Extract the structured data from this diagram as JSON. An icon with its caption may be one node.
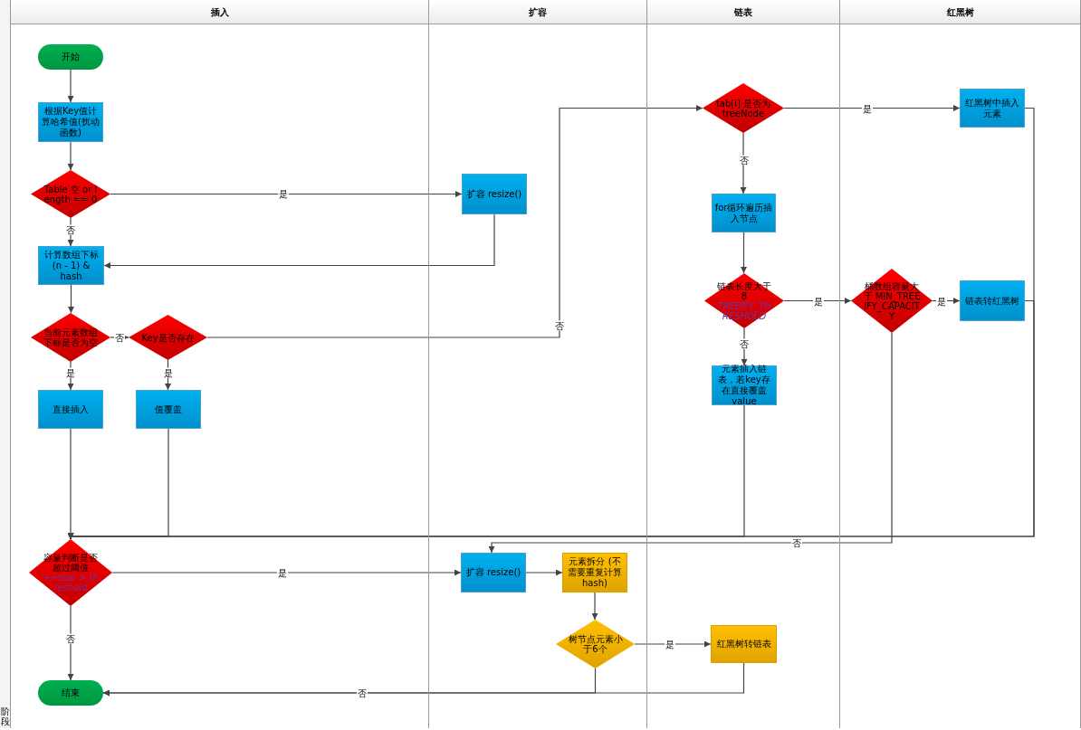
{
  "diagram": {
    "nodes": [
      {
        "text": [
          "插入"
        ]
      },
      {
        "text": [
          "扩容"
        ]
      },
      {
        "text": [
          "链表"
        ]
      },
      {
        "text": [
          "红黑树"
        ]
      },
      {
        "text": [
          "开始"
        ],
        "in": 0
      },
      {
        "text": [
          "根据Key值计算哈希值(扰动函数)"
        ],
        "in": 0
      },
      {
        "text": [
          "Table 空 or length == 0"
        ],
        "in": 0
      },
      {
        "text": [
          "扩容 resize()"
        ],
        "in": 1
      },
      {
        "text": [
          "计算数组下标 (n - 1) & hash"
        ],
        "in": 0
      },
      {
        "text": [
          "当前元素数组下标是否为空"
        ],
        "in": 0
      },
      {
        "text": [
          "Key是否存在"
        ],
        "in": 0
      },
      {
        "text": [
          "直接插入"
        ],
        "in": 0
      },
      {
        "text": [
          "值覆盖"
        ],
        "in": 0
      },
      {
        "text": [
          "tab[i] 是否为 treeNode"
        ],
        "in": 2
      },
      {
        "text": [
          "红黑树中插入元素"
        ],
        "in": 3
      },
      {
        "text": [
          "for循环遍历插入节点"
        ],
        "in": 2
      },
      {
        "text": [
          "链表长度大于8",
          "TREEIFY_THRESHOLD"
        ],
        "in": 2
      },
      {
        "text": [
          "桶数组容量大于 MIN_TREEIFY_CAPACITY"
        ],
        "in": 3
      },
      {
        "text": [
          "链表转红黑树"
        ],
        "in": 3
      },
      {
        "text": [
          "元素插入链表，若key存在直接覆盖value"
        ],
        "in": 2
      },
      {
        "text": [
          "容量判断是否超过阈值",
          "++size > threshold"
        ],
        "in": 0
      },
      {
        "text": [
          "扩容 resize()"
        ],
        "in": 1
      },
      {
        "text": [
          "元素拆分 (不需要重复计算hash)"
        ],
        "in": 1
      },
      {
        "text": [
          "树节点元素小于6个"
        ],
        "in": 1
      },
      {
        "text": [
          "红黑树转链表"
        ],
        "in": 2
      },
      {
        "text": [
          "结束"
        ],
        "in": 0
      }
    ],
    "edges": [
      {
        "from": 4,
        "to": 5,
        "arrow": "to"
      },
      {
        "from": 5,
        "to": 6,
        "arrow": "to"
      },
      {
        "from": 6,
        "to": 7,
        "arrow": "to",
        "label": "是"
      },
      {
        "from": 6,
        "to": 8,
        "arrow": "to",
        "label": "否"
      },
      {
        "from": 7,
        "to": 8,
        "arrow": "to"
      },
      {
        "from": 8,
        "to": 9,
        "arrow": "to"
      },
      {
        "from": 9,
        "to": 10,
        "arrow": "to",
        "label": "否"
      },
      {
        "from": 9,
        "to": 11,
        "arrow": "to",
        "label": "是"
      },
      {
        "from": 10,
        "to": 12,
        "arrow": "to",
        "label": "是"
      },
      {
        "from": 10,
        "to": 13,
        "arrow": "to",
        "label": "否"
      },
      {
        "from": 13,
        "to": 14,
        "arrow": "to",
        "label": "是"
      },
      {
        "from": 13,
        "to": 15,
        "arrow": "to",
        "label": "否"
      },
      {
        "from": 15,
        "to": 16,
        "arrow": "to"
      },
      {
        "from": 16,
        "to": 17,
        "arrow": "to",
        "label": "是"
      },
      {
        "from": 17,
        "to": 18,
        "arrow": "to",
        "label": "是"
      },
      {
        "from": 16,
        "to": 19,
        "arrow": "to",
        "label": "否"
      },
      {
        "from": 17,
        "to": 21,
        "arrow": "to",
        "label": "否"
      },
      {
        "from": 11,
        "to": 20,
        "arrow": "to"
      },
      {
        "from": 12,
        "to": 20,
        "arrow": "to"
      },
      {
        "from": 19,
        "to": 20,
        "arrow": "to"
      },
      {
        "from": 14,
        "to": 20,
        "arrow": "to"
      },
      {
        "from": 18,
        "to": 20,
        "arrow": "to"
      },
      {
        "from": 20,
        "to": 21,
        "arrow": "to",
        "label": "是"
      },
      {
        "from": 20,
        "to": 25,
        "arrow": "to",
        "label": "否"
      },
      {
        "from": 21,
        "to": 22,
        "arrow": "to"
      },
      {
        "from": 22,
        "to": 23,
        "arrow": "to"
      },
      {
        "from": 23,
        "to": 24,
        "arrow": "to",
        "label": "是"
      },
      {
        "from": 23,
        "to": 25,
        "arrow": "to",
        "label": "否"
      },
      {
        "from": 24,
        "to": 25,
        "arrow": "to"
      }
    ],
    "labels": [
      "阶段"
    ]
  }
}
